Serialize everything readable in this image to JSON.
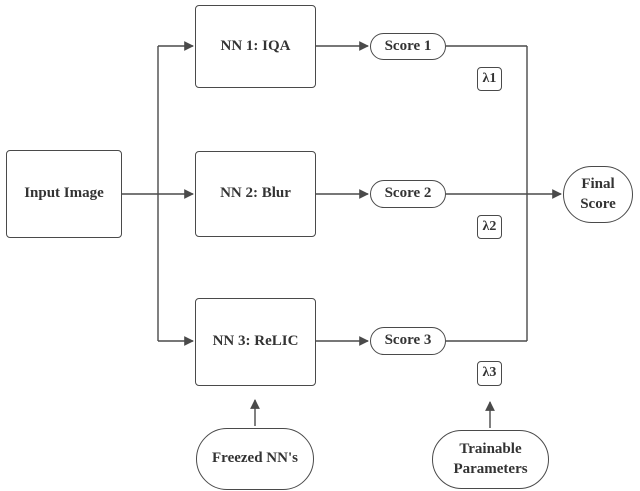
{
  "diagram": {
    "input": "Input Image",
    "networks": [
      {
        "label": "NN 1: IQA"
      },
      {
        "label": "NN 2: Blur"
      },
      {
        "label": "NN 3: ReLIC"
      }
    ],
    "scores": [
      {
        "label": "Score 1"
      },
      {
        "label": "Score 2"
      },
      {
        "label": "Score 3"
      }
    ],
    "weights": [
      {
        "label": "λ1"
      },
      {
        "label": "λ2"
      },
      {
        "label": "λ3"
      }
    ],
    "output": "Final\nScore",
    "frozen_note": "Freezed NN's",
    "trainable_note": "Trainable\nParameters"
  },
  "colors": {
    "stroke": "#4a4a4a",
    "text": "#333333",
    "background": "#ffffff"
  }
}
